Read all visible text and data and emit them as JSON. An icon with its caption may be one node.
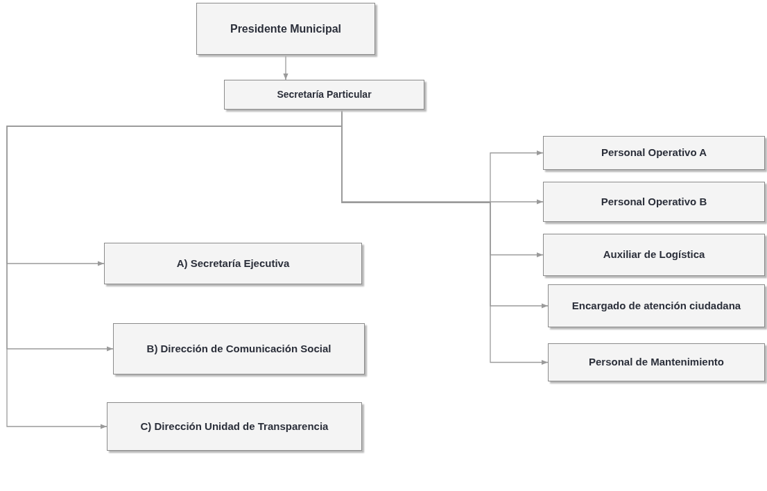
{
  "diagram": {
    "nodes": [
      {
        "text": [
          "Presidente Municipal"
        ]
      },
      {
        "text": [
          "Secretaría Particular"
        ]
      },
      {
        "text": [
          "A) Secretaría Ejecutiva"
        ]
      },
      {
        "text": [
          "B) Dirección de Comunicación Social"
        ]
      },
      {
        "text": [
          "C) Dirección Unidad de Transparencia"
        ]
      },
      {
        "text": [
          "Personal Operativo A"
        ]
      },
      {
        "text": [
          "Personal Operativo B"
        ]
      },
      {
        "text": [
          "Auxiliar de Logística"
        ]
      },
      {
        "text": [
          "Encargado de atención ciudadana"
        ]
      },
      {
        "text": [
          "Personal de Mantenimiento"
        ]
      }
    ],
    "edges": [
      {
        "from": 0,
        "to": 1,
        "arrow": "to"
      },
      {
        "from": 1,
        "to": 2,
        "arrow": "to"
      },
      {
        "from": 1,
        "to": 3,
        "arrow": "to"
      },
      {
        "from": 1,
        "to": 4,
        "arrow": "to"
      },
      {
        "from": 1,
        "to": 5,
        "arrow": "to"
      },
      {
        "from": 1,
        "to": 6,
        "arrow": "to"
      },
      {
        "from": 1,
        "to": 7,
        "arrow": "to"
      },
      {
        "from": 1,
        "to": 8,
        "arrow": "to"
      },
      {
        "from": 1,
        "to": 9,
        "arrow": "to"
      }
    ]
  }
}
